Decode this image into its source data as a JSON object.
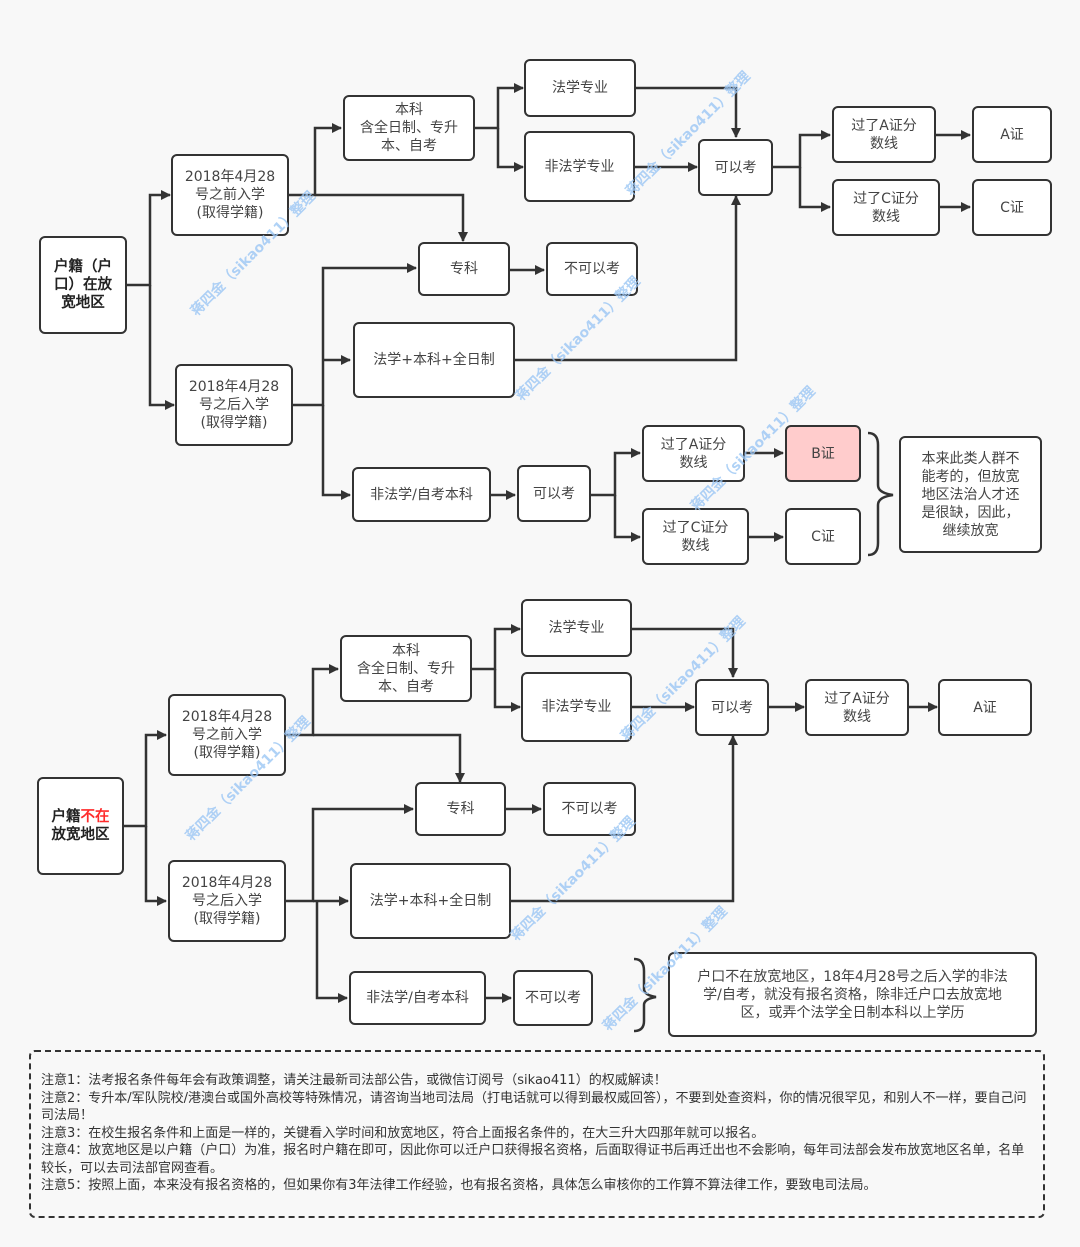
{
  "watermark": "蒋四金（sikao411）整理",
  "colors": {
    "line": "#333333",
    "highlight_fill": "#ffcccc",
    "emphasis_text": "#ff2b2b",
    "watermark": "#9cc7f5"
  },
  "section1": {
    "root": "户籍（户\n口）在放\n宽地区",
    "before": "2018年4月28\n号之前入学\n(取得学籍)",
    "after": "2018年4月28\n号之后入学\n(取得学籍)",
    "undergrad": "本科\n含全日制、专升\n本、自考",
    "law_major": "法学专业",
    "non_law_major": "非法学专业",
    "can_take": "可以考",
    "pass_a": "过了A证分\n数线",
    "pass_c": "过了C证分\n数线",
    "cert_a": "A证",
    "cert_c": "C证",
    "junior_college": "专科",
    "cannot_take": "不可以考",
    "law_full": "法学+本科+全日制",
    "non_law_self": "非法学/自考本科",
    "can_take2": "可以考",
    "pass_a2": "过了A证分\n数线",
    "pass_c2": "过了C证分\n数线",
    "cert_b": "B证",
    "cert_c2": "C证",
    "note": "本来此类人群不\n能考的，但放宽\n地区法治人才还\n是很缺，因此，\n继续放宽"
  },
  "section2": {
    "root_prefix": "户籍",
    "root_emphasis": "不在",
    "root_suffix": "放宽地区",
    "before": "2018年4月28\n号之前入学\n(取得学籍)",
    "after": "2018年4月28\n号之后入学\n(取得学籍)",
    "undergrad": "本科\n含全日制、专升\n本、自考",
    "law_major": "法学专业",
    "non_law_major": "非法学专业",
    "can_take": "可以考",
    "pass_a": "过了A证分\n数线",
    "cert_a": "A证",
    "junior_college": "专科",
    "cannot_take": "不可以考",
    "law_full": "法学+本科+全日制",
    "non_law_self": "非法学/自考本科",
    "cannot_take2": "不可以考",
    "note": "户口不在放宽地区，18年4月28号之后入学的非法\n学/自考，就没有报名资格，除非迁户口去放宽地\n区，或弄个法学全日制本科以上学历"
  },
  "notes": [
    "注意1：法考报名条件每年会有政策调整，请关注最新司法部公告，或微信订阅号（sikao411）的权威解读！",
    "注意2：专升本/军队院校/港澳台或国外高校等特殊情况，请咨询当地司法局（打电话就可以得到最权威回答），不要到处查资料，你的情况很罕见，和别人不一样，要自己问司法局！",
    "注意3：在校生报名条件和上面是一样的，关键看入学时间和放宽地区，符合上面报名条件的，在大三升大四那年就可以报名。",
    "注意4：放宽地区是以户籍（户口）为准，报名时户籍在即可，因此你可以迁户口获得报名资格，后面取得证书后再迁出也不会影响，每年司法部会发布放宽地区名单，名单较长，可以去司法部官网查看。",
    "注意5：按照上面，本来没有报名资格的，但如果你有3年法律工作经验，也有报名资格，具体怎么审核你的工作算不算法律工作，要致电司法局。"
  ]
}
